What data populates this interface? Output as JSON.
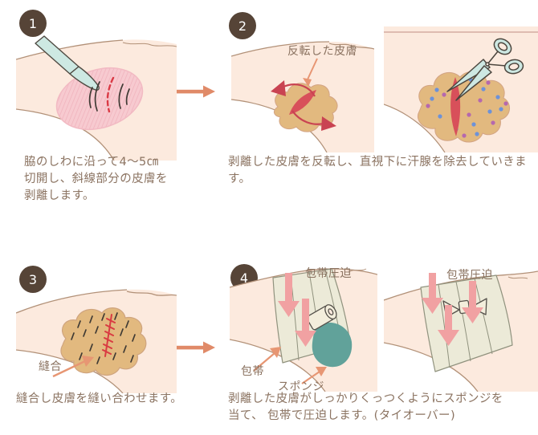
{
  "figure": {
    "title_hidden": "",
    "steps": [
      {
        "number": "1",
        "caption": "脇のしわに沿って4～5㎝\n切開し、斜線部分の皮膚を\n剥離します。"
      },
      {
        "number": "2",
        "caption": "剥離した皮膚を反転し、直視下に汗腺を除去していきます。",
        "labels": {
          "flipped_skin": "反転した皮膚"
        }
      },
      {
        "number": "3",
        "caption": "縫合し皮膚を縫い合わせます。",
        "labels": {
          "suture": "縫合"
        }
      },
      {
        "number": "4",
        "caption": "剥離した皮膚がしっかりくっつくようにスポンジを\n当て、 包帯で圧迫します。(タイオーバー)",
        "labels": {
          "bandage_compression_left": "包帯圧迫",
          "bandage_compression_right": "包帯圧迫",
          "bandage": "包帯",
          "sponge": "スポンジ"
        }
      }
    ],
    "colors": {
      "badge": "#564437",
      "badge_text": "#ffffff",
      "caption_text": "#8b7361",
      "flow_arrow": "#e08a68",
      "skin": "#fceade",
      "skin_outline": "#b29178",
      "incision_area_pink": "#f7cad0",
      "dissected_skin_tan": "#e2b97f",
      "wound_red": "#d8505a",
      "tool_blue": "#cde8e2",
      "sweat_gland_blue": "#6d92d8",
      "sweat_gland_purple": "#b568ae",
      "sponge_teal": "#61a29a",
      "bandage": "#ecead8",
      "compression_arrow_pink": "#f1a1a2",
      "pointer_arrow_orange": "#e79673"
    }
  }
}
